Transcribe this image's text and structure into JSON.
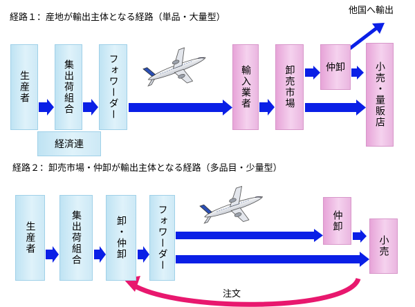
{
  "route1": {
    "title": "経路１：産地が輸出主体となる経路（単品・大量型）",
    "producer": "生産者",
    "collector": "集出荷組合",
    "federation": "経済連",
    "forwarder": "フォワーダー",
    "importer": "輸入業者",
    "wholesale_market": "卸売市場",
    "middleman": "仲卸",
    "retail": "小売・量販店",
    "export_other": "他国へ輸出"
  },
  "route2": {
    "title": "経路２：卸売市場・仲卸が輸出主体となる経路（多品目・少量型）",
    "producer": "生産者",
    "collector": "集出荷組合",
    "wholesale_middleman": "卸・仲卸",
    "forwarder": "フォワーダー",
    "middleman": "仲卸",
    "retail": "小売",
    "order": "注文"
  },
  "colors": {
    "arrow_blue": "#0a1fe6",
    "order_arrow": "#e8186e",
    "box_blue": "#cde9f6",
    "box_pink": "#f0c2e6"
  }
}
